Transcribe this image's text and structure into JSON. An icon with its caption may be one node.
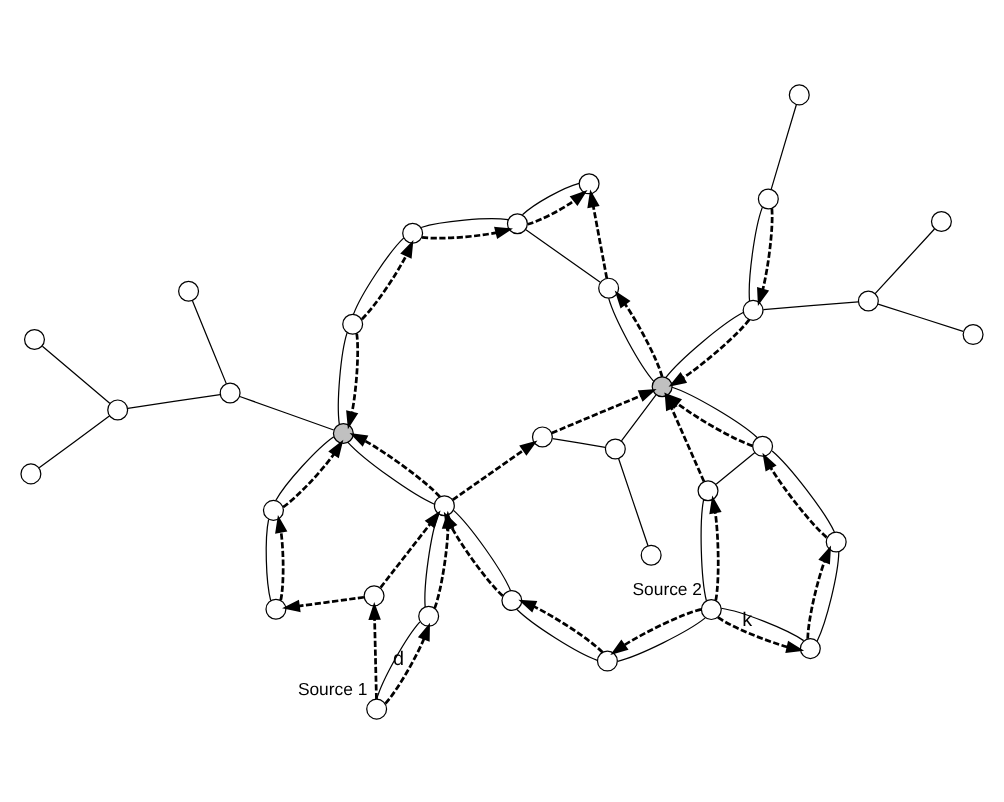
{
  "diagram": {
    "nodes": [
      {
        "text": [],
        "shape": "circle",
        "beside": [
          "Source 1"
        ]
      },
      {
        "text": [],
        "shape": "circle"
      },
      {
        "text": [],
        "shape": "circle"
      },
      {
        "text": [],
        "shape": "circle"
      },
      {
        "text": [],
        "shape": "circle"
      },
      {
        "text": [],
        "shape": "circle"
      },
      {
        "text": [],
        "shape": "circle"
      },
      {
        "text": [],
        "shape": "circle"
      },
      {
        "text": [],
        "shape": "circle"
      },
      {
        "text": [],
        "shape": "circle"
      },
      {
        "text": [],
        "shape": "circle"
      },
      {
        "text": [],
        "shape": "circle"
      },
      {
        "text": [],
        "shape": "circle"
      },
      {
        "text": [],
        "shape": "circle",
        "beside": [
          "Source 2"
        ]
      },
      {
        "text": [],
        "shape": "circle"
      },
      {
        "text": [],
        "shape": "circle"
      },
      {
        "text": [],
        "shape": "circle"
      },
      {
        "text": [],
        "shape": "circle"
      },
      {
        "text": [],
        "shape": "circle"
      },
      {
        "text": [],
        "shape": "circle"
      },
      {
        "text": [],
        "shape": "circle"
      },
      {
        "text": [],
        "shape": "circle"
      },
      {
        "text": [],
        "shape": "circle"
      },
      {
        "text": [],
        "shape": "circle"
      },
      {
        "text": [],
        "shape": "circle"
      },
      {
        "text": [],
        "shape": "circle"
      },
      {
        "text": [],
        "shape": "circle"
      },
      {
        "text": [],
        "shape": "circle"
      },
      {
        "text": [],
        "shape": "circle"
      },
      {
        "text": [],
        "shape": "circle"
      },
      {
        "text": [],
        "shape": "circle"
      },
      {
        "text": [],
        "shape": "circle"
      },
      {
        "text": [],
        "shape": "circle"
      },
      {
        "text": [],
        "shape": "circle"
      }
    ],
    "edges": [
      {
        "from": 0,
        "to": 3,
        "arrow": "none"
      },
      {
        "from": 3,
        "to": 7,
        "arrow": "none"
      },
      {
        "from": 7,
        "to": 5,
        "arrow": "none"
      },
      {
        "from": 5,
        "to": 6,
        "arrow": "none"
      },
      {
        "from": 6,
        "to": 14,
        "arrow": "none"
      },
      {
        "from": 14,
        "to": 23,
        "arrow": "none"
      },
      {
        "from": 2,
        "to": 4,
        "arrow": "none"
      },
      {
        "from": 4,
        "to": 5,
        "arrow": "none"
      },
      {
        "from": 5,
        "to": 8,
        "arrow": "none"
      },
      {
        "from": 7,
        "to": 10,
        "arrow": "none"
      },
      {
        "from": 8,
        "to": 17,
        "arrow": "none"
      },
      {
        "from": 17,
        "to": 15,
        "arrow": "none"
      },
      {
        "from": 17,
        "to": 18,
        "arrow": "none"
      },
      {
        "from": 16,
        "to": 20,
        "arrow": "none"
      },
      {
        "from": 9,
        "to": 20,
        "arrow": "none"
      },
      {
        "from": 8,
        "to": 19,
        "arrow": "none"
      },
      {
        "from": 20,
        "to": 22,
        "arrow": "none"
      },
      {
        "from": 22,
        "to": 21,
        "arrow": "none"
      },
      {
        "from": 21,
        "to": 23,
        "arrow": "none"
      },
      {
        "from": 23,
        "to": 24,
        "arrow": "none"
      },
      {
        "from": 22,
        "to": 26,
        "arrow": "none"
      },
      {
        "from": 26,
        "to": 27,
        "arrow": "none"
      },
      {
        "from": 27,
        "to": 28,
        "arrow": "none"
      },
      {
        "from": 27,
        "to": 29,
        "arrow": "none"
      },
      {
        "from": 26,
        "to": 31,
        "arrow": "none"
      },
      {
        "from": 31,
        "to": 33,
        "arrow": "none"
      },
      {
        "from": 22,
        "to": 25,
        "arrow": "none"
      },
      {
        "from": 25,
        "to": 30,
        "arrow": "none"
      },
      {
        "from": 30,
        "to": 32,
        "arrow": "none"
      },
      {
        "from": 13,
        "to": 11,
        "arrow": "none"
      },
      {
        "from": 11,
        "to": 10,
        "arrow": "none"
      },
      {
        "from": 13,
        "to": 12,
        "arrow": "none"
      },
      {
        "from": 12,
        "to": 25,
        "arrow": "none"
      },
      {
        "from": 13,
        "to": 32,
        "arrow": "none"
      },
      {
        "from": 0,
        "to": 1,
        "arrow": "to",
        "style": "dashed"
      },
      {
        "from": 1,
        "to": 2,
        "arrow": "to",
        "style": "dashed"
      },
      {
        "from": 2,
        "to": 4,
        "arrow": "to",
        "style": "dashed"
      },
      {
        "from": 4,
        "to": 5,
        "arrow": "to",
        "style": "dashed"
      },
      {
        "from": 1,
        "to": 7,
        "arrow": "to",
        "style": "dashed"
      },
      {
        "from": 0,
        "to": 3,
        "label": "d",
        "arrow": "to",
        "style": "dashed"
      },
      {
        "from": 3,
        "to": 7,
        "arrow": "to",
        "style": "dashed"
      },
      {
        "from": 7,
        "to": 5,
        "arrow": "to",
        "style": "dashed"
      },
      {
        "from": 6,
        "to": 5,
        "arrow": "to",
        "style": "dashed"
      },
      {
        "from": 7,
        "to": 9,
        "arrow": "to",
        "style": "dashed"
      },
      {
        "from": 9,
        "to": 22,
        "arrow": "to",
        "style": "dashed"
      },
      {
        "from": 10,
        "to": 7,
        "arrow": "to",
        "style": "dashed"
      },
      {
        "from": 11,
        "to": 10,
        "arrow": "to",
        "style": "dashed"
      },
      {
        "from": 13,
        "to": 11,
        "arrow": "to",
        "style": "dashed"
      },
      {
        "from": 13,
        "to": 12,
        "arrow": "to",
        "style": "dashed"
      },
      {
        "from": 12,
        "to": 22,
        "arrow": "to",
        "style": "dashed"
      },
      {
        "from": 22,
        "to": 21,
        "arrow": "to",
        "style": "dashed"
      },
      {
        "from": 21,
        "to": 24,
        "arrow": "to",
        "style": "dashed"
      },
      {
        "from": 6,
        "to": 14,
        "arrow": "to",
        "style": "dashed"
      },
      {
        "from": 14,
        "to": 23,
        "arrow": "to",
        "style": "dashed"
      },
      {
        "from": 23,
        "to": 24,
        "arrow": "to",
        "style": "dashed"
      },
      {
        "from": 13,
        "to": 32,
        "label": "k",
        "arrow": "to",
        "style": "dashed"
      },
      {
        "from": 32,
        "to": 30,
        "arrow": "to",
        "style": "dashed"
      },
      {
        "from": 30,
        "to": 25,
        "arrow": "to",
        "style": "dashed"
      },
      {
        "from": 25,
        "to": 22,
        "arrow": "to",
        "style": "dashed"
      },
      {
        "from": 31,
        "to": 26,
        "arrow": "to",
        "style": "dashed"
      },
      {
        "from": 26,
        "to": 22,
        "arrow": "to",
        "style": "dashed"
      }
    ]
  }
}
